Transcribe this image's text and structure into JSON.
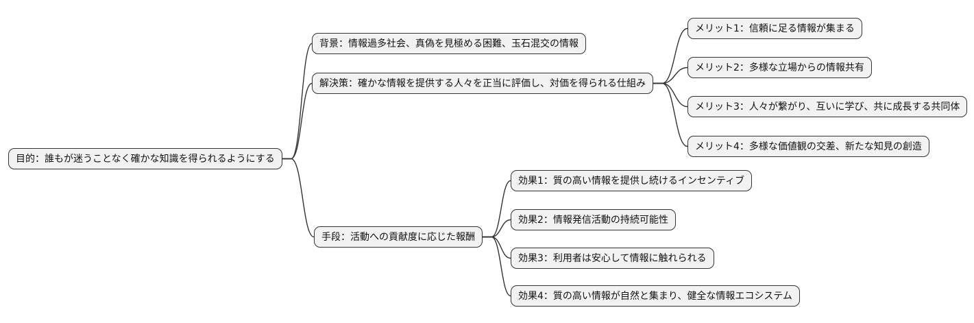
{
  "mindmap": {
    "root": {
      "label": "目的：誰もが迷うことなく確かな知識を得られるようにする"
    },
    "branches": [
      {
        "label": "背景：情報過多社会、真偽を見極める困難、玉石混交の情報",
        "children": []
      },
      {
        "label": "解決策：確かな情報を提供する人々を正当に評価し、対価を得られる仕組み",
        "children": [
          {
            "label": "メリット1：信頼に足る情報が集まる"
          },
          {
            "label": "メリット2：多様な立場からの情報共有"
          },
          {
            "label": "メリット3：人々が繋がり、互いに学び、共に成長する共同体"
          },
          {
            "label": "メリット4：多様な価値観の交差、新たな知見の創造"
          }
        ]
      },
      {
        "label": "手段：活動への貢献度に応じた報酬",
        "children": [
          {
            "label": "効果1：質の高い情報を提供し続けるインセンティブ"
          },
          {
            "label": "効果2：情報発信活動の持続可能性"
          },
          {
            "label": "効果3：利用者は安心して情報に触れられる"
          },
          {
            "label": "効果4：質の高い情報が自然と集まり、健全な情報エコシステム"
          }
        ]
      }
    ],
    "colors": {
      "background": "#ffffff",
      "node_fill": "#f2f2f2",
      "node_border": "#333333",
      "edge_stroke": "#333333",
      "text": "#111111"
    }
  }
}
